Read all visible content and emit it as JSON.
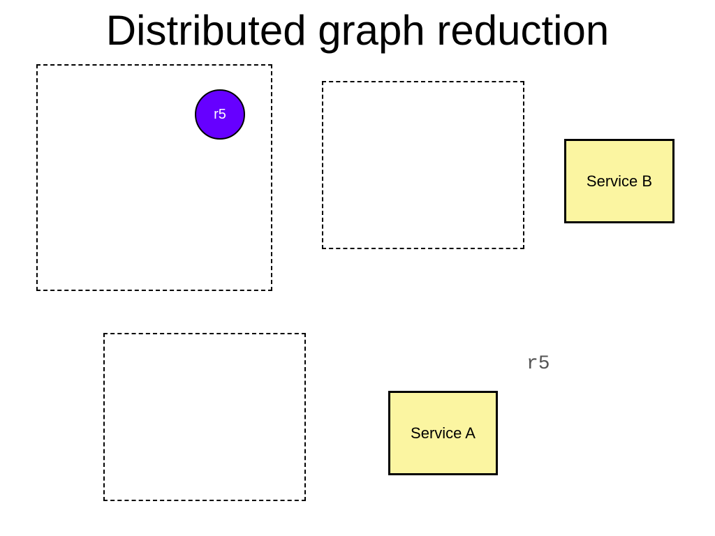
{
  "title": "Distributed graph reduction",
  "clusters": [
    {
      "id": "cluster-1"
    },
    {
      "id": "cluster-2"
    },
    {
      "id": "cluster-3"
    }
  ],
  "node": {
    "label": "r5",
    "fill": "#6600ff"
  },
  "services": {
    "b": {
      "label": "Service B"
    },
    "a": {
      "label": "Service A"
    },
    "fill": "#fbf5a1"
  },
  "floating_label": "r5"
}
